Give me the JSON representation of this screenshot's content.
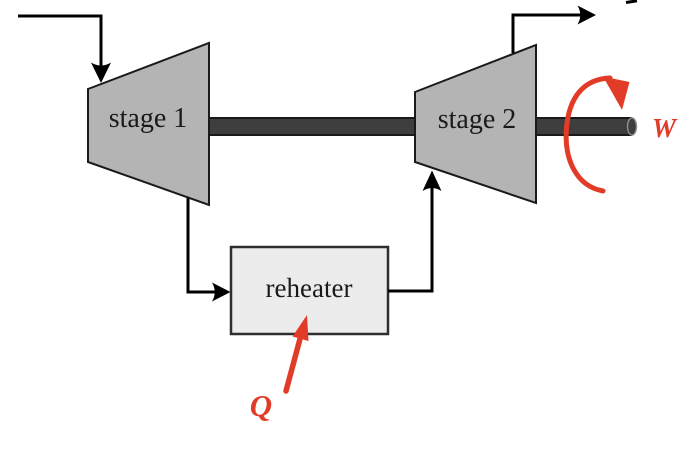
{
  "diagram": {
    "labels": {
      "stage1": "stage 1",
      "stage2": "stage 2",
      "reheater": "reheater",
      "heat": "Q",
      "work": "W"
    },
    "colors": {
      "accent_red": "#e23b28",
      "turbine_fill": "#b4b4b4",
      "shaft_fill": "#3e3e3e",
      "reheater_fill": "#ececec",
      "ink": "#1a1a1a",
      "line": "#000000"
    }
  }
}
